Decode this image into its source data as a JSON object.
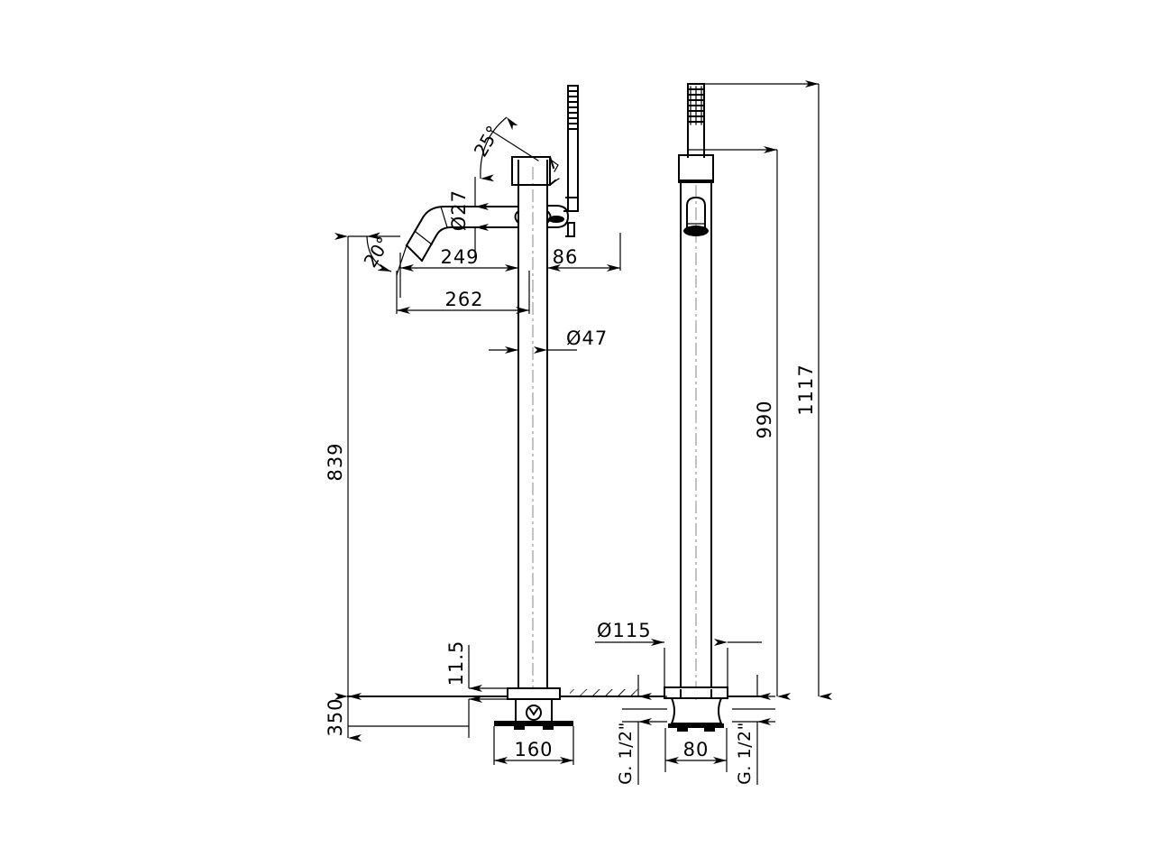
{
  "drawing": {
    "type": "technical-dimension-drawing",
    "subject": "floor-mounted bath mixer tap with handshower",
    "views": [
      {
        "name": "side-elevation",
        "position": "left"
      },
      {
        "name": "front-elevation",
        "position": "right"
      }
    ],
    "units": "mm",
    "line_color": "#000000",
    "center_line_color": "#9a9a9a",
    "background": "#ffffff"
  },
  "dimensions": {
    "spout_diameter": "Ø27",
    "column_diameter": "Ø47",
    "base_diameter": "Ø115",
    "spout_reach": "249",
    "body_offset": "86",
    "total_reach": "262",
    "spout_height_from_floor": "839",
    "column_height": "350",
    "plate_thickness": "11.5",
    "base_plate_width": "160",
    "inlet_spacing": "80",
    "handshower_top_height": "1117",
    "spout_top_height": "990",
    "handle_angle": "25°",
    "spout_tip_angle": "20°",
    "inlet_thread_left": "G.1/2\"",
    "inlet_thread_right": "G.1/2\""
  },
  "labels": [
    {
      "id": "dia27",
      "text": "Ø27",
      "rotated": true
    },
    {
      "id": "dia47",
      "text": "Ø47",
      "rotated": false
    },
    {
      "id": "dia115",
      "text": "Ø115",
      "rotated": false
    },
    {
      "id": "d249",
      "text": "249",
      "rotated": false
    },
    {
      "id": "d86",
      "text": "86",
      "rotated": false
    },
    {
      "id": "d262",
      "text": "262",
      "rotated": false
    },
    {
      "id": "d839",
      "text": "839",
      "rotated": true
    },
    {
      "id": "d350",
      "text": "350",
      "rotated": true
    },
    {
      "id": "d115t",
      "text": "11.5",
      "rotated": true
    },
    {
      "id": "d160",
      "text": "160",
      "rotated": false
    },
    {
      "id": "d80",
      "text": "80",
      "rotated": false
    },
    {
      "id": "d1117",
      "text": "1117",
      "rotated": true
    },
    {
      "id": "d990",
      "text": "990",
      "rotated": true
    },
    {
      "id": "a25",
      "text": "25°",
      "rotated": true
    },
    {
      "id": "a20",
      "text": "20°",
      "rotated": true
    },
    {
      "id": "gl",
      "text": "G. 1/2\"",
      "rotated": true
    },
    {
      "id": "gr",
      "text": "G. 1/2\"",
      "rotated": true
    }
  ]
}
